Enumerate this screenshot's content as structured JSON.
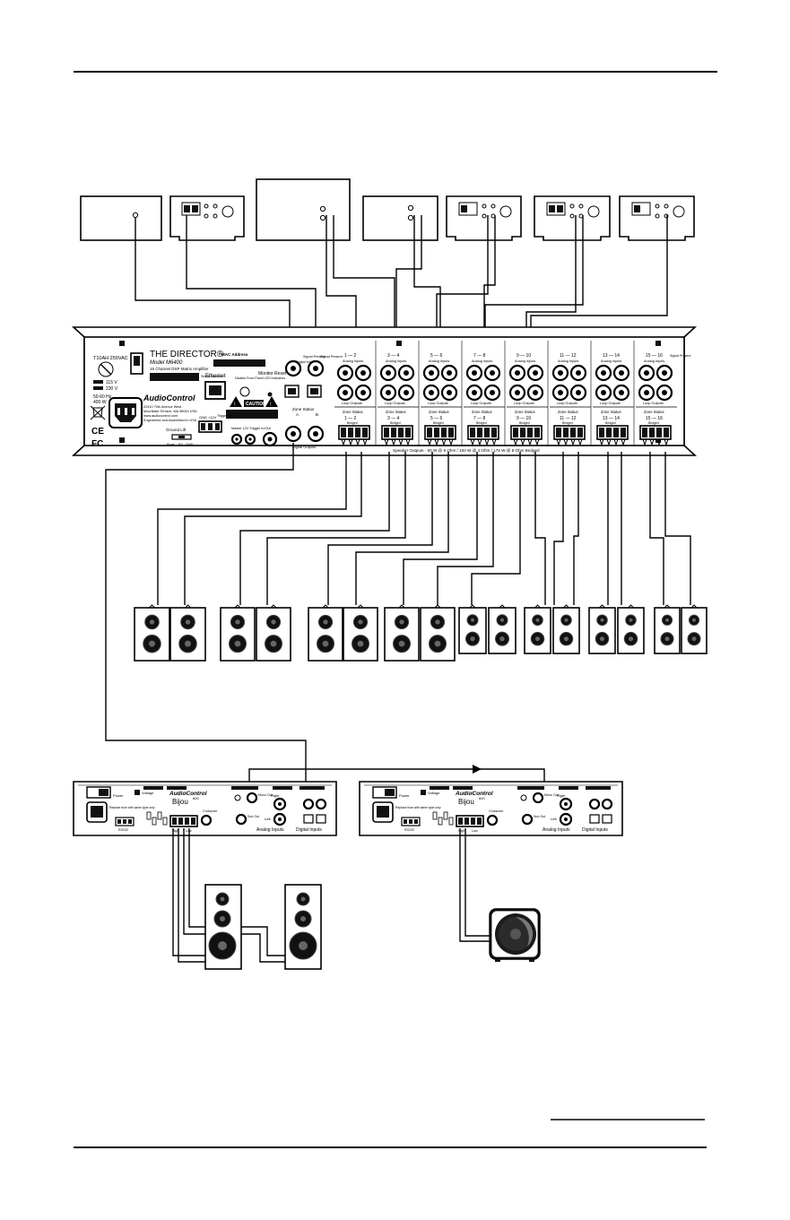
{
  "amp": {
    "title": "THE DIRECTOR®",
    "model": "Model M6400",
    "subtitle": "16 Channel DSP Matrix Amplifier",
    "fuse": "T10AH 250VAC",
    "v115": "115 V",
    "v230": "230 V",
    "power_spec_1": "50-60 Hz",
    "power_spec_2": "400 W",
    "mac": "MAC Address",
    "serial_label": "Serial Number",
    "brand": "AudioControl",
    "address_1": "22410 70th Avenue West",
    "address_2": "Mountlake Terrace, WA 98043 USA",
    "address_3": "www.audiocontrol.com",
    "address_4": "Engineered and Assembled in USA",
    "ethernet": "Ethernet",
    "disable_leds": "Disable Front Panel LED Indicators",
    "monitor_reset": "Monitor Reset",
    "caution": "CAUTION",
    "gnd": "GND",
    "v12": "+12V",
    "trigger_input": "Trigger Input",
    "ground_lift": "Ground Lift",
    "float": "Float",
    "rc": "RC",
    "gnd2": "GND",
    "master_trigger": "Master 12V Trigger In/Out",
    "digital_inputs": "Digital Inputs",
    "digital_outputs": "Digital Outputs",
    "signal_present": "Signal Present",
    "analog_inputs": "Analog Inputs",
    "loop_outputs": "Loop Outputs",
    "zone_status": "Zone Status",
    "bridged": "Bridged",
    "speaker_outputs": "Speaker Outputs · 60 W @ 8 Ohm / 100 W @ 4 Ohm / 175 W @ 8 Ohm Bridged",
    "digital_channels": [
      "A",
      "B"
    ],
    "channel_pairs": [
      "1 — 2",
      "3 — 4",
      "5 — 6",
      "7 — 8",
      "9 — 10",
      "11 — 12",
      "13 — 14",
      "15 — 16"
    ]
  },
  "bijou": {
    "brand": "AudioControl",
    "name": "Bijou",
    "model": "600",
    "power": "Power",
    "voltage": "Voltage",
    "rs232": "RS232",
    "high": "High",
    "low": "Low",
    "crossover": "Crossover",
    "mono_out": "Mono Out",
    "sub_out": "Sub Out",
    "left": "Left",
    "right": "Right",
    "analog_inputs": "Analog Inputs",
    "digital_inputs": "Digital Inputs",
    "fuse_note": "Replace fuse with same type only"
  }
}
